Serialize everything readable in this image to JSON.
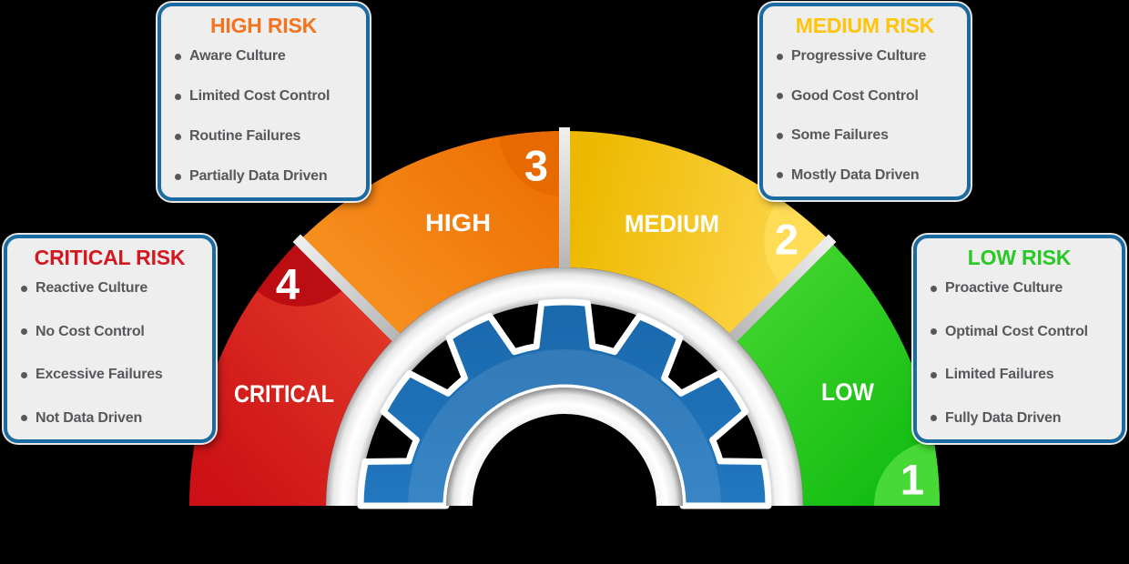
{
  "background_color": "#000000",
  "gauge": {
    "segments": [
      {
        "id": "critical",
        "label": "CRITICAL",
        "number": "4",
        "color": "#D6181B",
        "notch_color": "#BC0E12"
      },
      {
        "id": "high",
        "label": "HIGH",
        "number": "3",
        "color": "#F1780A",
        "notch_color": "#E66A00"
      },
      {
        "id": "medium",
        "label": "MEDIUM",
        "number": "2",
        "color": "#F7C500",
        "notch_color": "#FFDC55"
      },
      {
        "id": "low",
        "label": "LOW",
        "number": "1",
        "color": "#1EC317",
        "notch_color": "#47D936"
      }
    ],
    "gear_color": "#1D6FB5",
    "divider_color": "#CFCFCF",
    "ring_color": "#FFFFFF"
  },
  "callouts": [
    {
      "id": "high-risk",
      "title": "HIGH RISK",
      "title_color": "#F4731E",
      "items": [
        "Aware Culture",
        "Limited Cost Control",
        "Routine Failures",
        "Partially Data Driven"
      ]
    },
    {
      "id": "medium-risk",
      "title": "MEDIUM RISK",
      "title_color": "#FFC40C",
      "items": [
        "Progressive Culture",
        "Good Cost Control",
        "Some Failures",
        "Mostly Data Driven"
      ]
    },
    {
      "id": "critical-risk",
      "title": "CRITICAL RISK",
      "title_color": "#D31820",
      "items": [
        "Reactive Culture",
        "No Cost Control",
        "Excessive Failures",
        "Not Data Driven"
      ]
    },
    {
      "id": "low-risk",
      "title": "LOW RISK",
      "title_color": "#28C825",
      "items": [
        "Proactive Culture",
        "Optimal Cost Control",
        "Limited Failures",
        "Fully Data Driven"
      ]
    }
  ],
  "box_style": {
    "border_color": "#1C6BA0",
    "background": "#EEEEEE",
    "item_text_color": "#57585B"
  }
}
